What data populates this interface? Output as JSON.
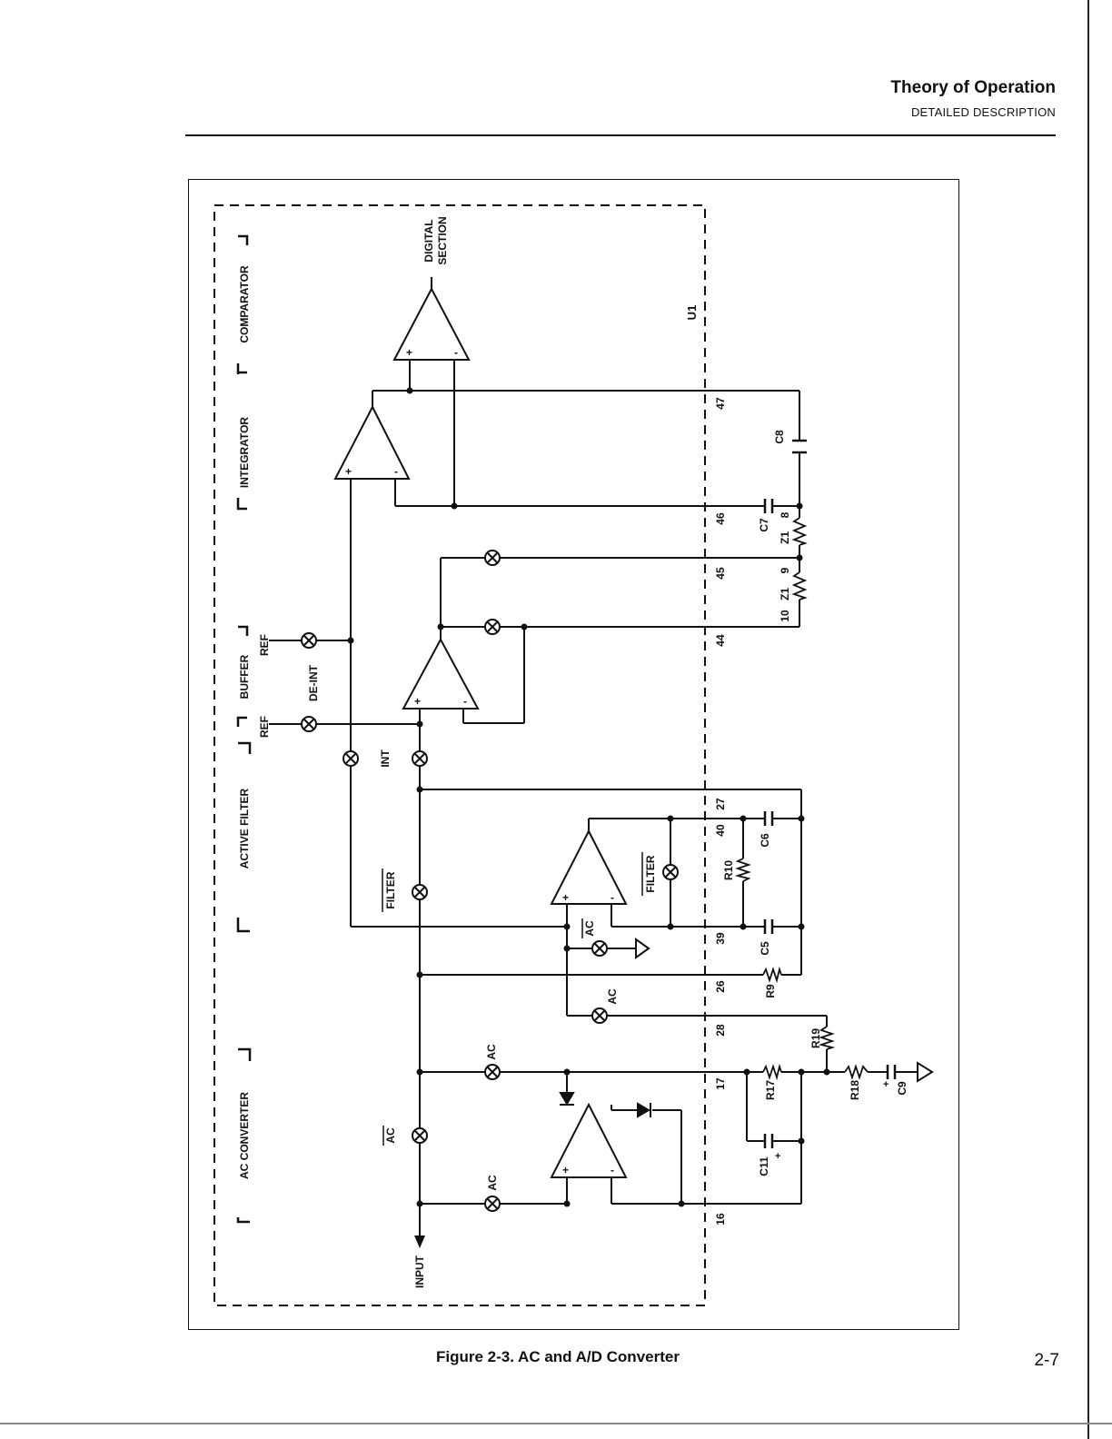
{
  "header": {
    "title": "Theory of Operation",
    "subtitle": "DETAILED DESCRIPTION"
  },
  "figure": {
    "caption": "Figure 2-3. AC and A/D Converter",
    "sections": {
      "ac_converter": "AC CONVERTER",
      "active_filter": "ACTIVE FILTER",
      "buffer": "BUFFER",
      "integrator": "INTEGRATOR",
      "comparator": "COMPARATOR"
    },
    "labels": {
      "u1": "U1",
      "digital": "DIGITAL",
      "section": "SECTION",
      "ref1": "REF",
      "ref2": "REF",
      "de_int": "DE-INT",
      "int": "INT",
      "filter_left": "FILTER",
      "filter_right": "FILTER",
      "ac_bar_left": "AC",
      "ac_bar_right": "AC",
      "ac1": "AC",
      "ac2": "AC",
      "ac3": "AC",
      "input": "INPUT",
      "plus": "+",
      "minus": "-"
    },
    "pins": [
      "47",
      "46",
      "45",
      "44",
      "27",
      "40",
      "39",
      "26",
      "28",
      "17",
      "16"
    ],
    "pin_z1_8": "8",
    "pin_z1_9": "9",
    "pin_z1_10": "10",
    "components": {
      "c8": "C8",
      "c7": "C7",
      "z1a": "Z1",
      "z1b": "Z1",
      "c6": "C6",
      "r10": "R10",
      "c5": "C5",
      "r9": "R9",
      "r19": "R19",
      "r17": "R17",
      "r18": "R18",
      "c9": "C9",
      "c11": "C11"
    }
  },
  "page_number": "2-7"
}
